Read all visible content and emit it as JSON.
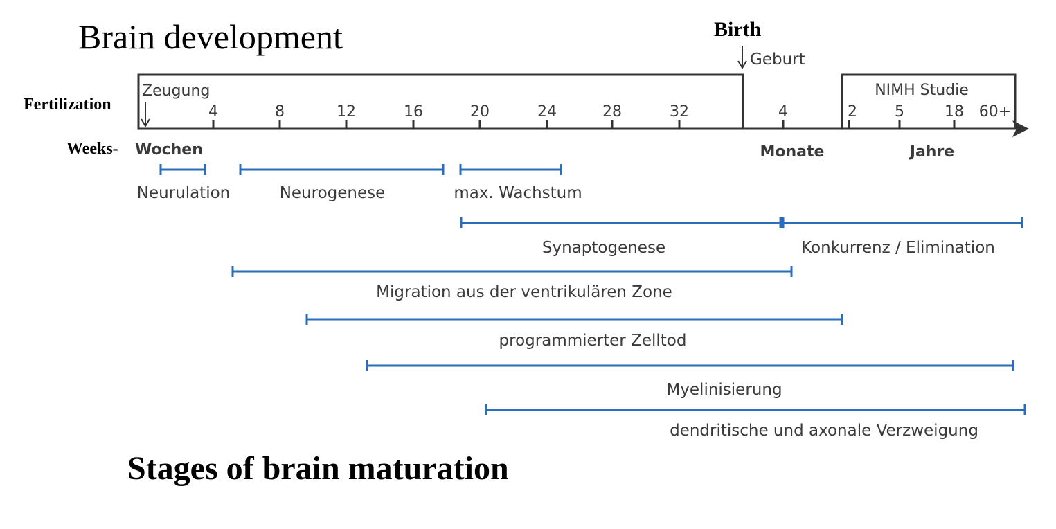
{
  "title": "Brain development",
  "subtitle": "Stages of brain maturation",
  "annotations": {
    "birth": "Birth",
    "fertilization": "Fertilization",
    "weeks": "Weeks-"
  },
  "axis": {
    "zeugung": "Zeugung",
    "geburt": "Geburt",
    "nimh": "NIMH Studie",
    "wochen": "Wochen",
    "monate": "Monate",
    "jahre": "Jahre",
    "week_ticks": [
      "4",
      "8",
      "12",
      "16",
      "20",
      "24",
      "28",
      "32"
    ],
    "month_ticks": [
      "4"
    ],
    "year_ticks": [
      "2",
      "5",
      "18",
      "60+"
    ]
  },
  "stages": [
    {
      "label": "Neurulation"
    },
    {
      "label": "Neurogenese"
    },
    {
      "label": "max. Wachstum"
    },
    {
      "label": "Synaptogenese"
    },
    {
      "label": "Konkurrenz / Elimination"
    },
    {
      "label": "Migration aus der ventrikulären Zone"
    },
    {
      "label": "programmierter Zelltod"
    },
    {
      "label": "Myelinisierung"
    },
    {
      "label": "dendritische und axonale Verzweigung"
    }
  ],
  "colors": {
    "bar": "#2a6ebb",
    "axis": "#333333"
  }
}
